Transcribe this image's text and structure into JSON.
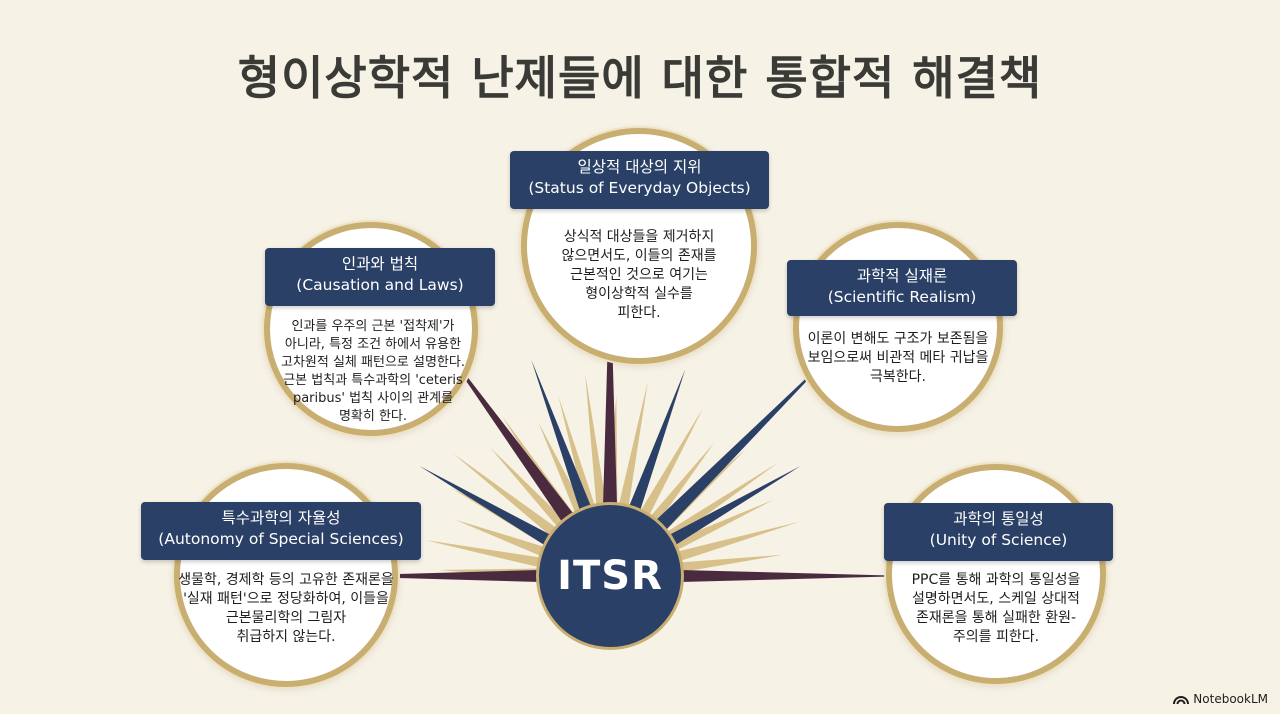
{
  "title": "형이상학적 난제들에 대한 통합적 해결책",
  "center": {
    "label": "ITSR"
  },
  "nodes": [
    {
      "id": "everyday-objects",
      "title_ko": "일상적 대상의 지위",
      "title_en": "(Status of Everyday Objects)",
      "description": [
        "상식적 대상들을 제거하지",
        "않으면서도, 이들의 존재를",
        "근본적인 것으로 여기는",
        "형이상학적 실수를",
        "피한다."
      ]
    },
    {
      "id": "causation",
      "title_ko": "인과와 법칙",
      "title_en": "(Causation and Laws)",
      "description": [
        "인과를 우주의 근본 '접착제'가",
        "아니라, 특정 조건 하에서 유용한",
        "고차원적 실체 패턴으로 설명한다.",
        "근본 법칙과 특수과학의 'ceteris",
        "paribus' 법칙 사이의 관계를",
        "명확히 한다."
      ]
    },
    {
      "id": "scientific-realism",
      "title_ko": "과학적 실재론",
      "title_en": "(Scientific Realism)",
      "description": [
        "이론이 변해도 구조가 보존됨을",
        "보임으로써 비관적 메타 귀납을",
        "극복한다."
      ]
    },
    {
      "id": "special-sciences",
      "title_ko": "특수과학의 자율성",
      "title_en": "(Autonomy of Special Sciences)",
      "description": [
        "생물학, 경제학 등의 고유한 존재론을",
        "'실재 패턴'으로 정당화하여, 이들을",
        "근본물리학의 그림자",
        "취급하지 않는다."
      ]
    },
    {
      "id": "unity-of-science",
      "title_ko": "과학의 통일성",
      "title_en": "(Unity of Science)",
      "description": [
        "PPC를 통해 과학의 통일성을",
        "설명하면서도, 스케일 상대적",
        "존재론을 통해 실패한 환원-",
        "주의를 피한다."
      ]
    }
  ],
  "brand": {
    "label": "NotebookLM",
    "icon": "notebooklm-logo-icon"
  },
  "colors": {
    "navy": "#2b4066",
    "gold": "#c9ae72",
    "background": "#f6f2e6"
  }
}
